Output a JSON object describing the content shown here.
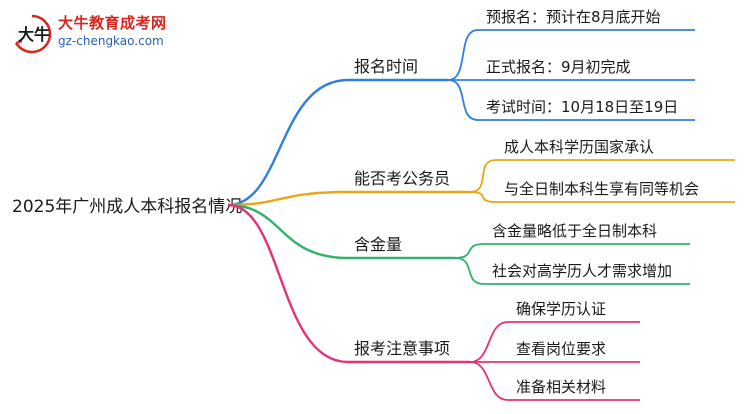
{
  "logo": {
    "mark_text": "大牛",
    "title": "大牛教育成考网",
    "url": "gz-chengkao.com",
    "colors": {
      "title": "#d7261e",
      "url": "#2a5fb8",
      "mark": "#d7261e"
    }
  },
  "mindmap": {
    "root": "2025年广州成人本科报名情况",
    "branches": [
      {
        "label": "报名时间",
        "color": "#2f7fe0",
        "children": [
          "预报名：预计在8月底开始",
          "正式报名：9月初完成",
          "考试时间：10月18日至19日"
        ]
      },
      {
        "label": "能否考公务员",
        "color": "#e6a817",
        "children": [
          "成人本科学历国家承认",
          "与全日制本科生享有同等机会"
        ]
      },
      {
        "label": "含金量",
        "color": "#2fb36a",
        "children": [
          "含金量略低于全日制本科",
          "社会对高学历人才需求增加"
        ]
      },
      {
        "label": "报考注意事项",
        "color": "#e8307a",
        "children": [
          "确保学历认证",
          "查看岗位要求",
          "准备相关材料"
        ]
      }
    ]
  }
}
